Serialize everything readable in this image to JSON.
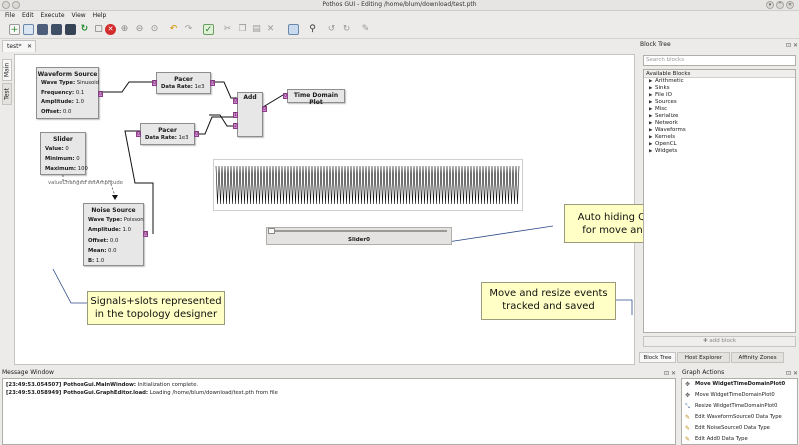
{
  "window": {
    "title": "Pothos GUI - Editing /home/blum/download/test.pth",
    "controls": [
      "▾",
      "^",
      "✕"
    ]
  },
  "menu": [
    "File",
    "Edit",
    "Execute",
    "View",
    "Help"
  ],
  "toolbar": {
    "icons": [
      "new-icon",
      "open-icon",
      "save-icon",
      "save-as-icon",
      "save-all-icon",
      "reload-icon",
      "close-icon",
      "zoom-in-icon",
      "zoom-out-icon",
      "zoom-original-icon",
      "undo-icon",
      "redo-icon",
      "enable-icon",
      "cut-icon",
      "copy-icon",
      "paste-icon",
      "delete-icon",
      "properties-icon",
      "find-icon",
      "rotate-left-icon",
      "rotate-right-icon",
      "edit-icon"
    ]
  },
  "tabs": {
    "document_tab": "test*",
    "close_glyph": "✕",
    "side_tabs": [
      "Main",
      "Test"
    ]
  },
  "blocks": {
    "waveform": {
      "title": "Waveform Source",
      "props": [
        {
          "k": "Wave Type:",
          "v": "Sinusoid"
        },
        {
          "k": "Frequency:",
          "v": "0.1"
        },
        {
          "k": "Amplitude:",
          "v": "1.0"
        },
        {
          "k": "Offset:",
          "v": "0.0"
        }
      ]
    },
    "pacer1": {
      "title": "Pacer",
      "props": [
        {
          "k": "Data Rate:",
          "v": "1e3"
        }
      ]
    },
    "pacer2": {
      "title": "Pacer",
      "props": [
        {
          "k": "Data Rate:",
          "v": "1e3"
        }
      ]
    },
    "add": {
      "title": "Add",
      "ports": [
        "0",
        "1",
        "2"
      ]
    },
    "timeplot": {
      "title": "Time Domain Plot"
    },
    "slider": {
      "title": "Slider",
      "props": [
        {
          "k": "Value:",
          "v": "0"
        },
        {
          "k": "Minimum:",
          "v": "0"
        },
        {
          "k": "Maximum:",
          "v": "100"
        }
      ]
    },
    "noise": {
      "title": "Noise Source",
      "props": [
        {
          "k": "Wave Type:",
          "v": "Poisson"
        },
        {
          "k": "Amplitude:",
          "v": "1.0"
        },
        {
          "k": "Offset:",
          "v": "0.0"
        },
        {
          "k": "Mean:",
          "v": "0.0"
        },
        {
          "k": "B:",
          "v": "1.0"
        }
      ]
    }
  },
  "connection_label": "valueChanged setAmplitude",
  "slider_widget": {
    "label": "Slider0"
  },
  "callouts": {
    "signals": [
      "Signals+slots represented",
      "in the topology designer"
    ],
    "qsizegrip": [
      "Auto hiding QsizeGrip",
      "for move and resize"
    ],
    "moveresize": [
      "Move and resize events",
      "tracked and saved"
    ]
  },
  "block_tree": {
    "title": "Block Tree",
    "search_placeholder": "Search blocks",
    "header": "Available Blocks",
    "items": [
      "Arithmetic",
      "Sinks",
      "File IO",
      "Sources",
      "Misc",
      "Serialize",
      "Network",
      "Waveforms",
      "Kernels",
      "OpenCL",
      "Widgets"
    ],
    "add_button": "add block",
    "bottom_tabs": [
      "Block Tree",
      "Host Explorer",
      "Affinity Zones"
    ]
  },
  "message_window": {
    "title": "Message Window",
    "lines": [
      {
        "time": "[23:49:53.054507]",
        "src": "PothosGui.MainWindow:",
        "msg": " Initialization complete."
      },
      {
        "time": "[23:49:53.058949]",
        "src": "PothosGui.GraphEditor.load:",
        "msg": " Loading /home/blum/download/test.pth from file"
      }
    ]
  },
  "graph_actions": {
    "title": "Graph Actions",
    "items": [
      {
        "label": "Move WidgetTimeDomainPlot0",
        "bold": true
      },
      {
        "label": "Move WidgetTimeDomainPlot0",
        "bold": false
      },
      {
        "label": "Resize WidgetTimeDomainPlot0",
        "bold": false
      },
      {
        "label": "Edit WaveformSource0 Data Type",
        "bold": false
      },
      {
        "label": "Edit NoiseSource0 Data Type",
        "bold": false
      },
      {
        "label": "Edit Add0 Data Type",
        "bold": false
      }
    ]
  },
  "panel_buttons": "⊡ ✕",
  "colors": {
    "port": "#d688d2",
    "callout": "#ffffc6",
    "canvas": "#ffffff",
    "chrome": "#ecebe9"
  }
}
